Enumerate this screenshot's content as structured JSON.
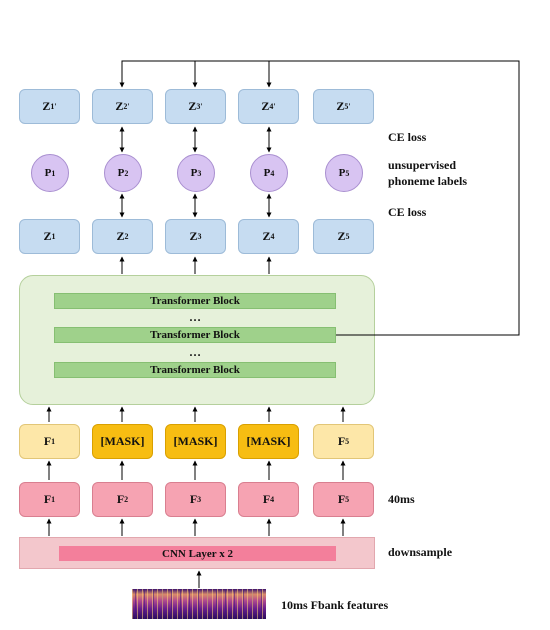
{
  "z_top": [
    {
      "base": "Z",
      "sub": "1",
      "sup": "'"
    },
    {
      "base": "Z",
      "sub": "2",
      "sup": "'"
    },
    {
      "base": "Z",
      "sub": "3",
      "sup": "'"
    },
    {
      "base": "Z",
      "sub": "4",
      "sup": "'"
    },
    {
      "base": "Z",
      "sub": "5",
      "sup": "'"
    }
  ],
  "phonemes": [
    {
      "base": "P",
      "sub": "1"
    },
    {
      "base": "P",
      "sub": "2"
    },
    {
      "base": "P",
      "sub": "3"
    },
    {
      "base": "P",
      "sub": "4"
    },
    {
      "base": "P",
      "sub": "5"
    }
  ],
  "z_bottom": [
    {
      "base": "Z",
      "sub": "1"
    },
    {
      "base": "Z",
      "sub": "2"
    },
    {
      "base": "Z",
      "sub": "3"
    },
    {
      "base": "Z",
      "sub": "4"
    },
    {
      "base": "Z",
      "sub": "5"
    }
  ],
  "transformer": {
    "block1": "Transformer Block",
    "dots1": "…",
    "block2": "Transformer Block",
    "dots2": "…",
    "block3": "Transformer Block"
  },
  "masked_row": [
    {
      "base": "F",
      "sub": "1"
    },
    {
      "text": "[MASK]"
    },
    {
      "text": "[MASK]"
    },
    {
      "text": "[MASK]"
    },
    {
      "base": "F",
      "sub": "5"
    }
  ],
  "f_row": [
    {
      "base": "F",
      "sub": "1"
    },
    {
      "base": "F",
      "sub": "2"
    },
    {
      "base": "F",
      "sub": "3"
    },
    {
      "base": "F",
      "sub": "4"
    },
    {
      "base": "F",
      "sub": "5"
    }
  ],
  "cnn": {
    "label": "CNN Layer x 2"
  },
  "labels": {
    "ce_loss_top": "CE loss",
    "phoneme_line1": "unsupervised",
    "phoneme_line2": "phoneme labels",
    "ce_loss_bottom": "CE loss",
    "rate_40ms": "40ms",
    "downsample": "downsample",
    "fbank": "10ms Fbank features"
  }
}
